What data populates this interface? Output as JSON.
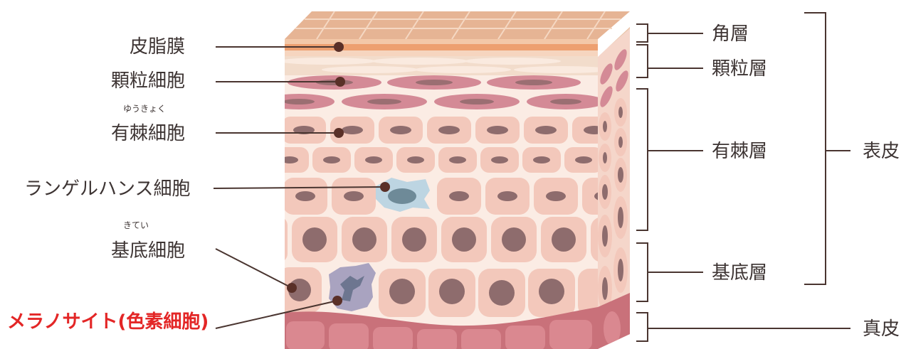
{
  "left_labels": {
    "sebum": "皮脂膜",
    "granular_cell": "顆粒細胞",
    "spinous_ruby": "ゆうきょく",
    "spinous_cell": "有棘細胞",
    "langerhans_cell": "ランゲルハンス細胞",
    "basal_ruby": "きてい",
    "basal_cell": "基底細胞",
    "melanocyte": "メラノサイト(色素細胞)"
  },
  "right_labels": {
    "stratum_corneum": "角層",
    "granular_layer": "顆粒層",
    "spinous_layer": "有棘層",
    "basal_layer": "基底層",
    "epidermis": "表皮",
    "dermis": "真皮"
  },
  "colors": {
    "text": "#3d3433",
    "accent": "#e32626",
    "leader_line": "#4a3530",
    "dot": "#5a3028",
    "horny_top": "#e6b494",
    "horny_line": "#f5d8c3",
    "sebum": "#eda070",
    "granular_bg": "#f2dccb",
    "granular_cell": "#d48a96",
    "granular_nucleus": "#9b6e72",
    "cell_fill": "#f3c8bb",
    "nucleus": "#8e6c6d",
    "langerhans": "#bdd5e2",
    "langerhans_nucleus": "#6e8a98",
    "melanocyte": "#a9a3c0",
    "melanocyte_nucleus": "#6d7690",
    "dermis": "#c9717a",
    "dermis_cell": "#da8890"
  }
}
